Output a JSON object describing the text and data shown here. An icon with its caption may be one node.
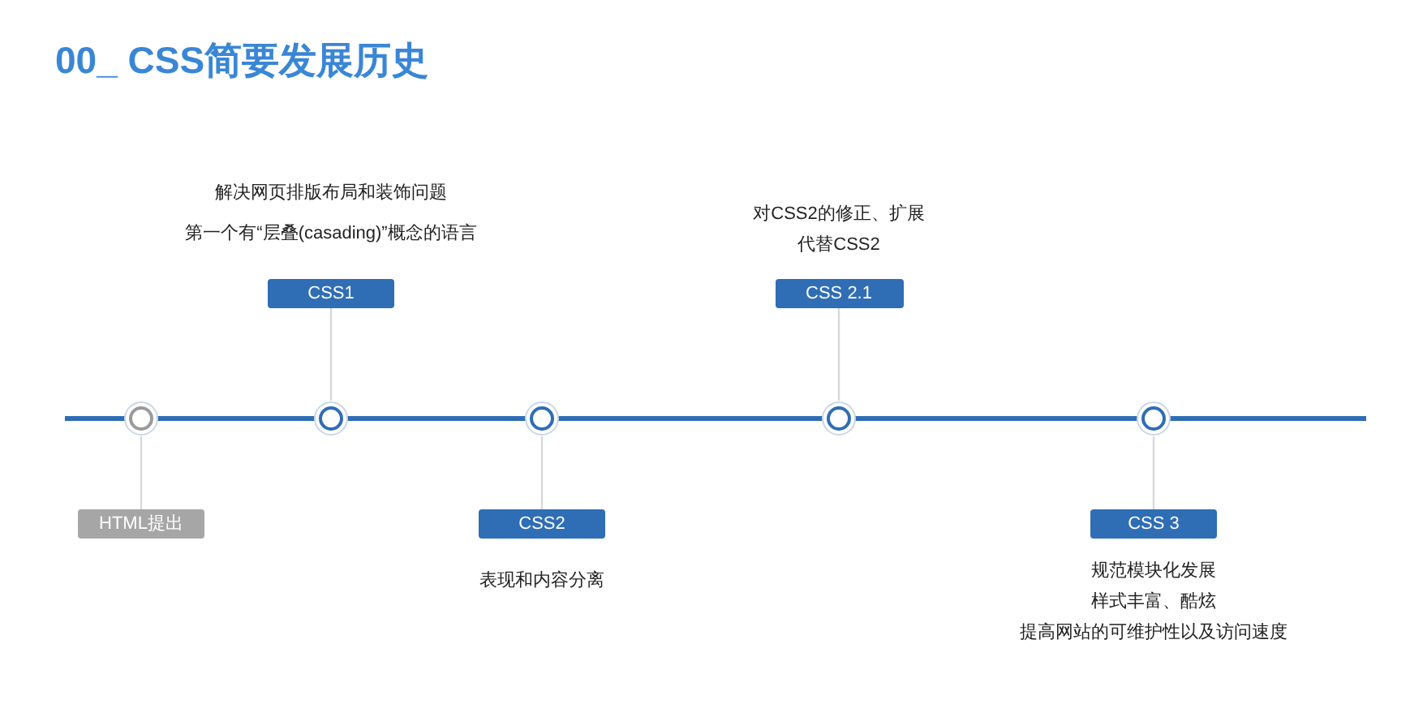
{
  "diagram": {
    "title": "00_ CSS简要发展历史",
    "nodes": [
      {
        "text": [
          "HTML提出"
        ]
      },
      {
        "text": [
          "CSS1"
        ],
        "beside": [
          "解决网页排版布局和装饰问题",
          "第一个有“层叠(casading)”概念的语言"
        ]
      },
      {
        "text": [
          "CSS2"
        ],
        "beside": [
          "表现和内容分离"
        ]
      },
      {
        "text": [
          "CSS 2.1"
        ],
        "beside": [
          "对CSS2的修正、扩展",
          "代替CSS2"
        ]
      },
      {
        "text": [
          "CSS 3"
        ],
        "beside": [
          "规范模块化发展",
          "样式丰富、酷炫",
          "提高网站的可维护性以及访问速度"
        ]
      },
      {
        "text": [],
        "shape": "circle"
      },
      {
        "text": [],
        "shape": "circle"
      },
      {
        "text": [],
        "shape": "circle"
      },
      {
        "text": [],
        "shape": "circle"
      },
      {
        "text": [],
        "shape": "circle"
      }
    ],
    "edges": [
      {
        "from": 5,
        "to": 0,
        "arrow": "none"
      },
      {
        "from": 6,
        "to": 1,
        "arrow": "none"
      },
      {
        "from": 7,
        "to": 2,
        "arrow": "none"
      },
      {
        "from": 8,
        "to": 3,
        "arrow": "none"
      },
      {
        "from": 9,
        "to": 4,
        "arrow": "none"
      }
    ]
  }
}
